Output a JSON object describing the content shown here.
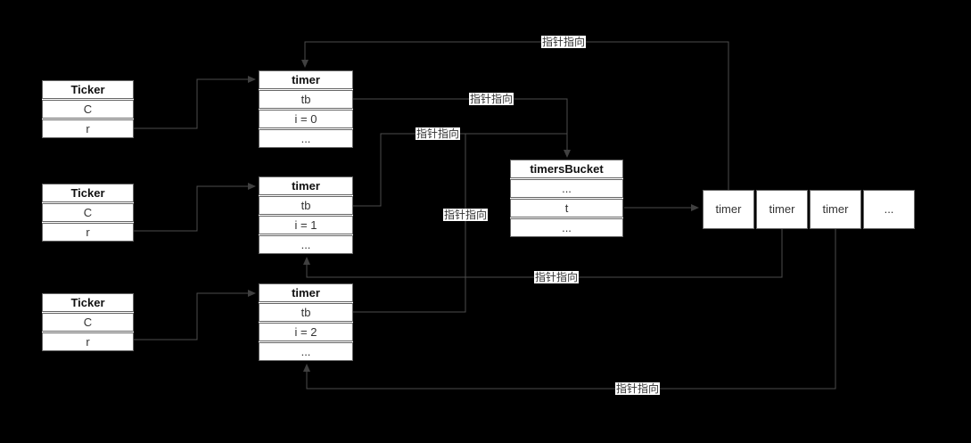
{
  "nodes": {
    "tickers": [
      {
        "title": "Ticker",
        "rows": [
          "C",
          "r"
        ]
      },
      {
        "title": "Ticker",
        "rows": [
          "C",
          "r"
        ]
      },
      {
        "title": "Ticker",
        "rows": [
          "C",
          "r"
        ]
      }
    ],
    "timers": [
      {
        "title": "timer",
        "rows": [
          "tb",
          "i = 0",
          "..."
        ]
      },
      {
        "title": "timer",
        "rows": [
          "tb",
          "i = 1",
          "..."
        ]
      },
      {
        "title": "timer",
        "rows": [
          "tb",
          "i = 2",
          "..."
        ]
      }
    ],
    "bucket": {
      "title": "timersBucket",
      "rows": [
        "...",
        "t",
        "..."
      ]
    },
    "timer_array": {
      "cells": [
        "timer",
        "timer",
        "timer",
        "..."
      ]
    }
  },
  "edge_labels": [
    {
      "id": "array-cell1-to-timer1",
      "text": "指针指向"
    },
    {
      "id": "timer1-tb-to-bucket",
      "text": "指针指向"
    },
    {
      "id": "timer2-tb-to-bucket",
      "text": "指针指向"
    },
    {
      "id": "timer3-tb-to-bucket",
      "text": "指针指向"
    },
    {
      "id": "array-cell2-to-timer2",
      "text": "指针指向"
    },
    {
      "id": "array-cell3-to-timer3",
      "text": "指针指向"
    }
  ],
  "colors": {
    "background": "#000000",
    "box_fill": "#ffffff",
    "box_border": "#666666",
    "line": "#4d4d4d",
    "arrow": "#404040",
    "text": "#333333"
  }
}
